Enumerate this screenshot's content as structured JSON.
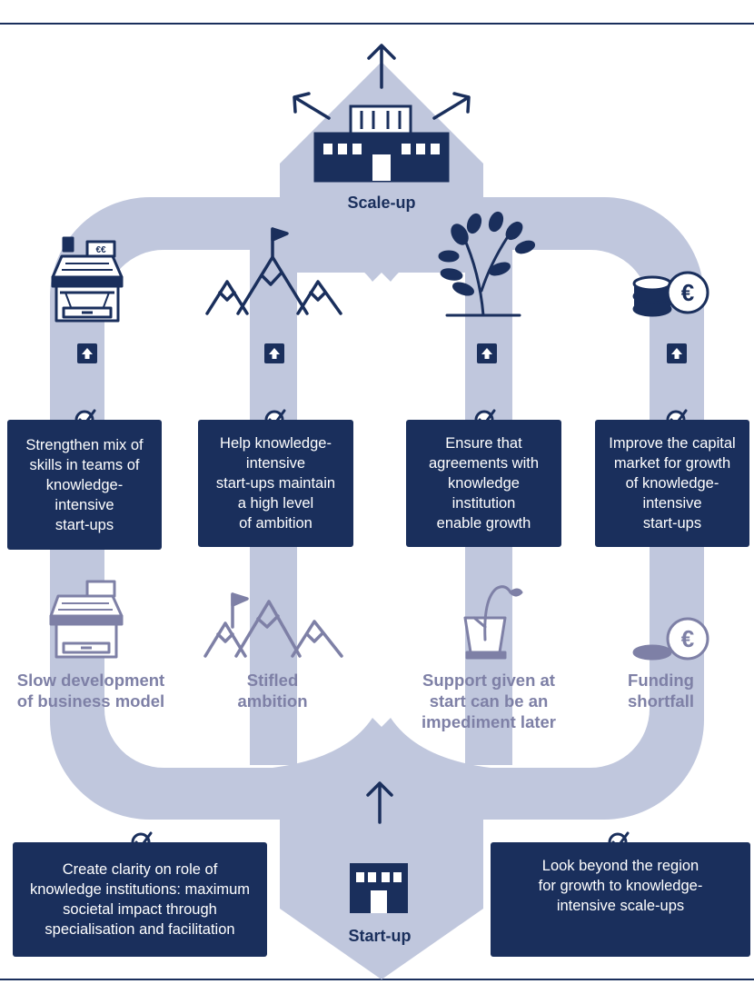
{
  "scaleup_label": "Scale-up",
  "startup_label": "Start-up",
  "columns": [
    {
      "solution": "Strengthen mix of\nskills in teams of\nknowledge-\nintensive\nstart-ups",
      "problem": "Slow development\nof business model",
      "top_icon": "cash-register-icon",
      "bottom_icon": "cash-register-icon"
    },
    {
      "solution": "Help knowledge-\nintensive\nstart-ups maintain\na high level\nof ambition",
      "problem": "Stifled\nambition",
      "top_icon": "mountain-flag-icon",
      "bottom_icon": "mountain-flag-icon"
    },
    {
      "solution": "Ensure that\nagreements with\nknowledge\ninstitution\nenable growth",
      "problem": "Support given at\nstart can be an\nimpediment later",
      "top_icon": "plant-icon",
      "bottom_icon": "potted-sprout-icon"
    },
    {
      "solution": "Improve the capital\nmarket for growth\nof knowledge-\nintensive\nstart-ups",
      "problem": "Funding\nshortfall",
      "top_icon": "euro-coins-icon",
      "bottom_icon": "euro-coin-icon"
    }
  ],
  "bottom_left_solution": "Create clarity on role of\nknowledge institutions: maximum\nsocietal impact through\nspecialisation and facilitation",
  "bottom_right_solution": "Look beyond the region\nfor growth to knowledge-\nintensive scale-ups",
  "colors": {
    "navy": "#1a2f5c",
    "path": "#c0c7dd",
    "muted": "#7e80a6"
  }
}
